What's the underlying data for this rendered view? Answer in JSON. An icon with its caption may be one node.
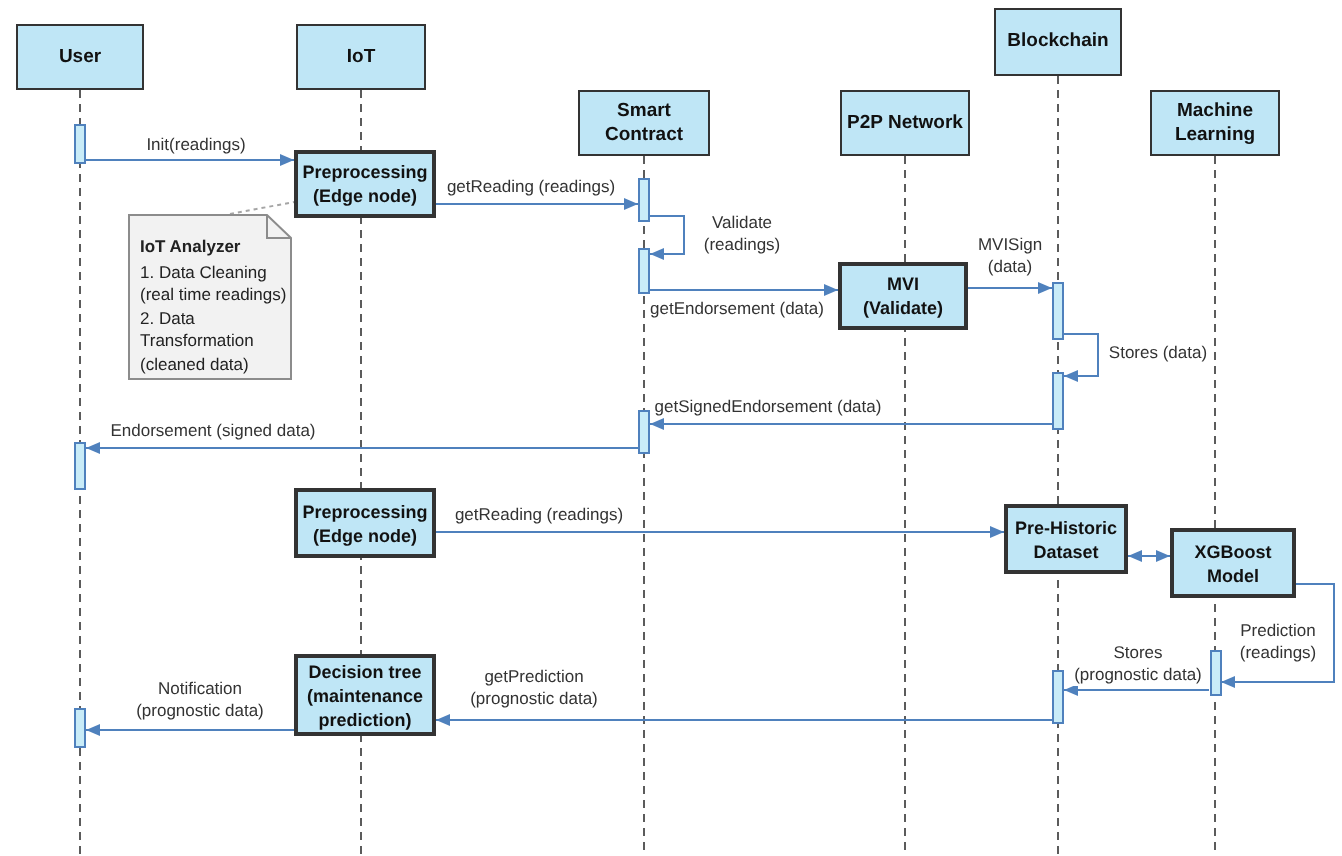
{
  "diagram": {
    "nodes": [
      {
        "text": [
          "User"
        ]
      },
      {
        "text": [
          "IoT"
        ]
      },
      {
        "text": [
          "Smart Contract"
        ]
      },
      {
        "text": [
          "P2P Network"
        ]
      },
      {
        "text": [
          "Blockchain"
        ]
      },
      {
        "text": [
          "Machine Learning"
        ]
      },
      {
        "text": [],
        "shape": "bar"
      },
      {
        "text": [
          "Preprocessing (Edge node)"
        ]
      },
      {
        "text": [
          "IoT Analyzer",
          "1. Data Cleaning (real time readings)",
          "2. Data Transformation (cleaned data)"
        ]
      },
      {
        "text": [],
        "shape": "bar"
      },
      {
        "text": [],
        "shape": "bar"
      },
      {
        "text": [
          "MVI (Validate)"
        ]
      },
      {
        "text": [],
        "shape": "bar"
      },
      {
        "text": [],
        "shape": "bar"
      },
      {
        "text": [],
        "shape": "bar"
      },
      {
        "text": [],
        "shape": "bar"
      },
      {
        "text": [
          "Preprocessing (Edge node)"
        ]
      },
      {
        "text": [
          "Pre-Historic Dataset"
        ]
      },
      {
        "text": [
          "XGBoost Model"
        ]
      },
      {
        "text": [],
        "shape": "bar"
      },
      {
        "text": [],
        "shape": "bar"
      },
      {
        "text": [
          "Decision tree (maintenance prediction)"
        ]
      },
      {
        "text": [],
        "shape": "bar"
      }
    ],
    "edges": [
      {
        "from": 6,
        "to": 7,
        "arrow": "to",
        "label": "Init(readings)"
      },
      {
        "from": 8,
        "to": 7,
        "arrow": "none",
        "style": "dashed",
        "color": "#a5a5a5"
      },
      {
        "from": 7,
        "to": 9,
        "arrow": "to",
        "label": "getReading (readings)"
      },
      {
        "from": 9,
        "to": 10,
        "arrow": "to",
        "label": "Validate (readings)"
      },
      {
        "from": 10,
        "to": 11,
        "arrow": "to",
        "label": "getEndorsement (data)"
      },
      {
        "from": 11,
        "to": 12,
        "arrow": "to",
        "label": "MVISign (data)"
      },
      {
        "from": 12,
        "to": 13,
        "arrow": "to",
        "label": "Stores (data)"
      },
      {
        "from": 13,
        "to": 14,
        "arrow": "to",
        "label": "getSignedEndorsement (data)"
      },
      {
        "from": 14,
        "to": 15,
        "arrow": "to",
        "label": "Endorsement (signed data)"
      },
      {
        "from": 16,
        "to": 17,
        "arrow": "to",
        "label": "getReading (readings)"
      },
      {
        "from": 17,
        "to": 18,
        "arrow": "both"
      },
      {
        "from": 18,
        "to": 19,
        "arrow": "to",
        "label": "Prediction (readings)"
      },
      {
        "from": 19,
        "to": 20,
        "arrow": "to",
        "label": "Stores (prognostic data)"
      },
      {
        "from": 20,
        "to": 21,
        "arrow": "to",
        "label": "getPrediction (prognostic data)"
      },
      {
        "from": 21,
        "to": 22,
        "arrow": "to",
        "label": "Notification (prognostic data)"
      }
    ]
  }
}
